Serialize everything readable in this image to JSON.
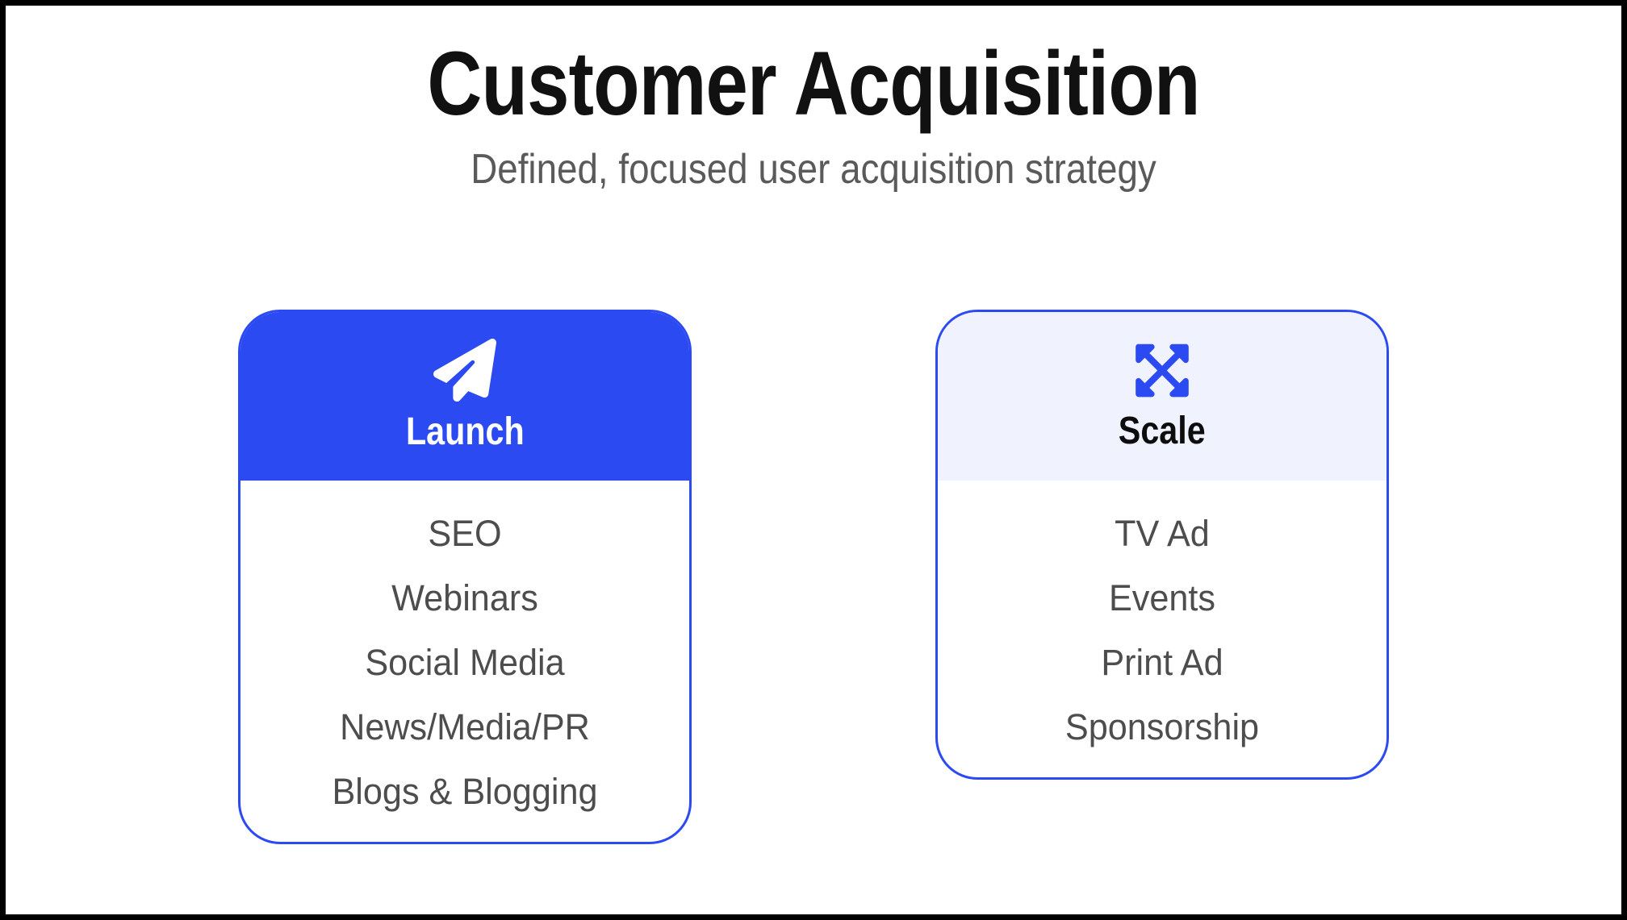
{
  "slide": {
    "title": "Customer Acquisition",
    "subtitle": "Defined, focused user acquisition strategy"
  },
  "colors": {
    "accent": "#2b4af2",
    "scale_header_bg": "#f0f3fd",
    "body_text": "#4d4d4d",
    "subtitle_text": "#5a5a5a",
    "frame_border": "#000000"
  },
  "cards": [
    {
      "id": "launch",
      "label": "Launch",
      "icon": "paper-plane-icon",
      "items": [
        "SEO",
        "Webinars",
        "Social Media",
        "News/Media/PR",
        "Blogs & Blogging"
      ]
    },
    {
      "id": "scale",
      "label": "Scale",
      "icon": "expand-arrows-icon",
      "items": [
        "TV Ad",
        "Events",
        "Print Ad",
        "Sponsorship"
      ]
    }
  ]
}
